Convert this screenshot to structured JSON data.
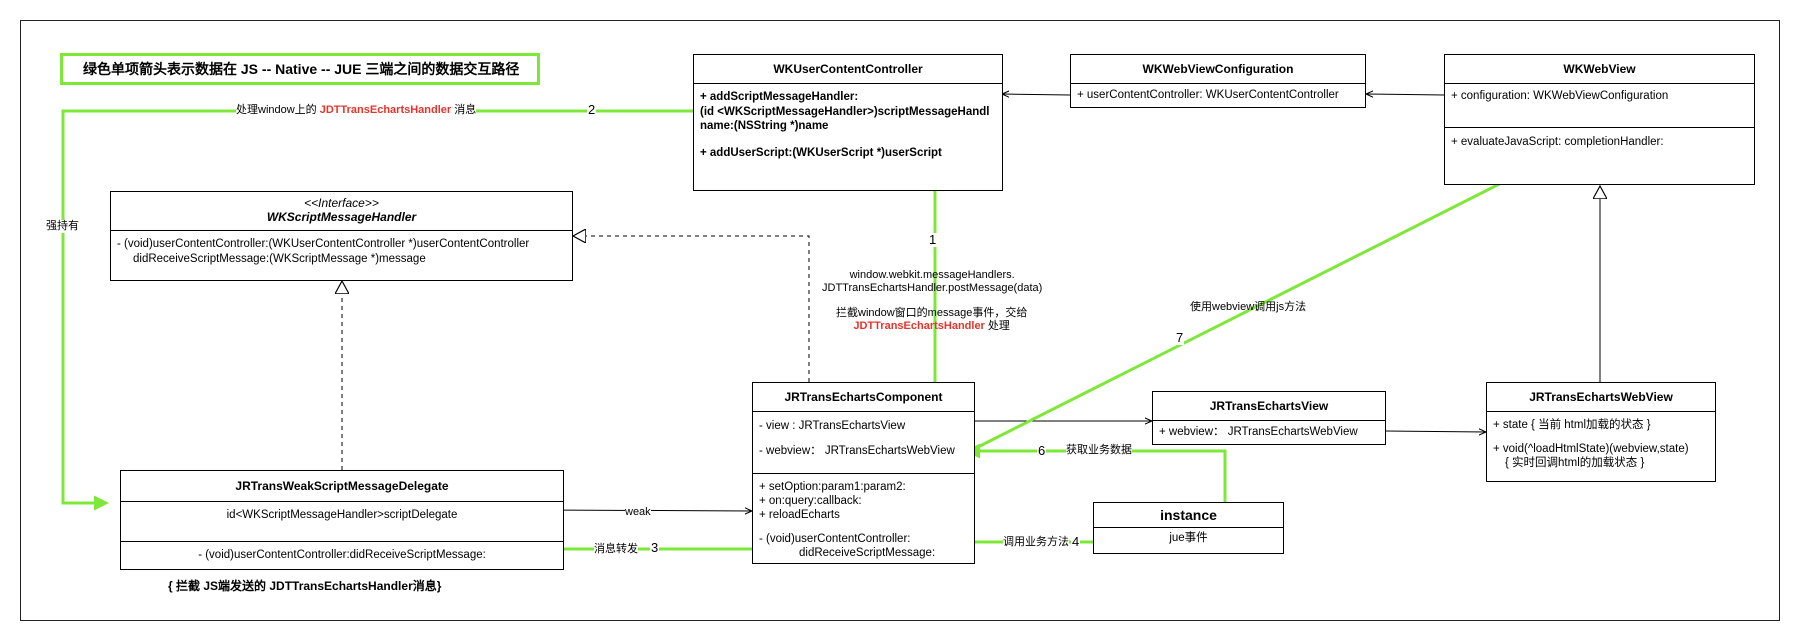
{
  "legend": "绿色单项箭头表示数据在 JS -- Native -- JUE 三端之间的数据交互路径",
  "boxes": {
    "wkucc": {
      "title": "WKUserContentController",
      "lines": [
        "+ addScriptMessageHandler:",
        "(id <WKScriptMessageHandler>)scriptMessageHandl",
        "name:(NSString *)name",
        "",
        "+ addUserScript:(WKUserScript *)userScript"
      ]
    },
    "wkconfig": {
      "title": "WKWebViewConfiguration",
      "line": "+ userContentController: WKUserContentController"
    },
    "wkwebview": {
      "title": "WKWebView",
      "line1": "+ configuration: WKWebViewConfiguration",
      "line2": "+ evaluateJavaScript: completionHandler:"
    },
    "iface": {
      "stereotype": "<<Interface>>",
      "title": "WKScriptMessageHandler",
      "line1": "- (void)userContentController:(WKUserContentController *)userContentController",
      "line2": "didReceiveScriptMessage:(WKScriptMessage *)message"
    },
    "delegate": {
      "title": "JRTransWeakScriptMessageDelegate",
      "line1": "id<WKScriptMessageHandler>scriptDelegate",
      "line2": "- (void)userContentController:didReceiveScriptMessage:"
    },
    "component": {
      "title": "JRTransEchartsComponent",
      "line_view": "- view : JRTransEchartsView",
      "line_webview": "- webview： JRTransEchartsWebView",
      "line_set": "+ setOption:param1:param2:",
      "line_on": "+ on:query:callback:",
      "line_reload": "+ reloadEcharts",
      "line_ucc": "- (void)userContentController:",
      "line_recv": "didReceiveScriptMessage:"
    },
    "echartsview": {
      "title": "JRTransEchartsView",
      "line": "+ webview： JRTransEchartsWebView"
    },
    "instance": {
      "title": "instance",
      "line": "jue事件"
    },
    "ewebview": {
      "title": "JRTransEchartsWebView",
      "line1": "+ state { 当前 html加载的状态 }",
      "line2": "+ void(^loadHtmlState)(webview,state)",
      "line3": "{ 实时回调html的加载状态 }"
    }
  },
  "labels": {
    "handle_prefix": "处理window上的 ",
    "handle_red": "JDTTransEchartsHandler",
    "handle_suffix": " 消息",
    "strong": "强持有",
    "weak": "weak",
    "forward": "消息转发",
    "call_biz": "调用业务方法",
    "get_biz": "获取业务数据",
    "use_webview": "使用webview调用js方法",
    "post1": "window.webkit.messageHandlers.",
    "post2": "JDTTransEchartsHandler.postMessage(data)",
    "intercept1": "拦截window窗口的message事件，交给",
    "intercept_red": "JDTTransEchartsHandler",
    "intercept_suffix": "  处理",
    "delegate_note": "{ 拦截 JS端发送的 JDTTransEchartsHandler消息}"
  },
  "steps": [
    "1",
    "2",
    "3",
    "4",
    "6",
    "7"
  ],
  "colors": {
    "flow": "#7ee838",
    "highlight": "#e8332b",
    "line": "#000000"
  }
}
